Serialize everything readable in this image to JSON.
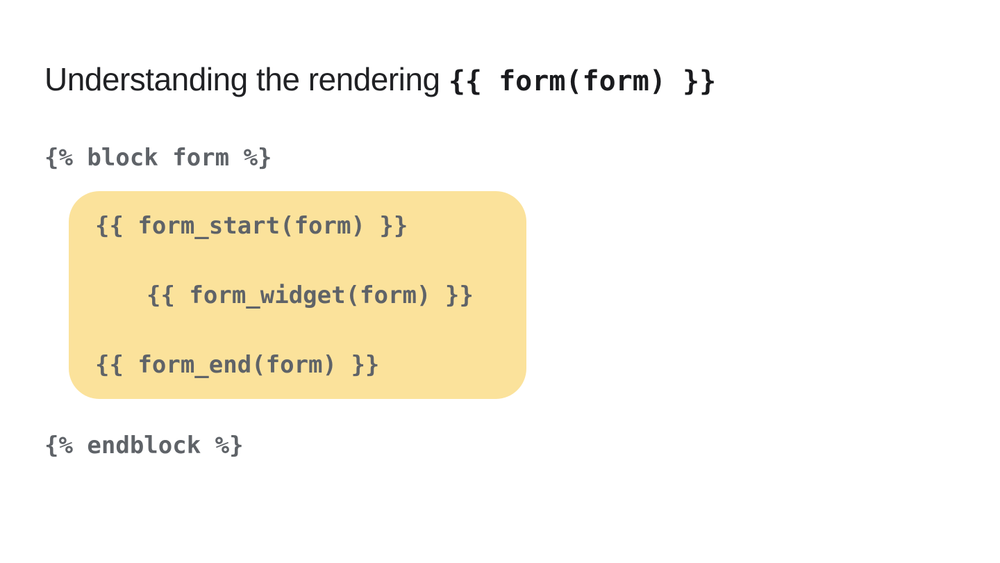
{
  "slide": {
    "title": {
      "plain": "Understanding the rendering ",
      "code": "{{ form(form) }}"
    },
    "code_block": {
      "language": "twig",
      "lines": [
        {
          "text": "{% block form %}",
          "highlighted": false
        },
        {
          "text": "{{ form_start(form) }}",
          "highlighted": true
        },
        {
          "text": "{{ form_widget(form) }}",
          "highlighted": true
        },
        {
          "text": "{{ form_end(form) }}",
          "highlighted": true
        },
        {
          "text": "{% endblock %}",
          "highlighted": false
        }
      ]
    },
    "colors": {
      "background": "#FFFFFF",
      "title_text": "#202124",
      "code_text": "#5F6368",
      "highlight_background": "#FBE29B"
    }
  }
}
